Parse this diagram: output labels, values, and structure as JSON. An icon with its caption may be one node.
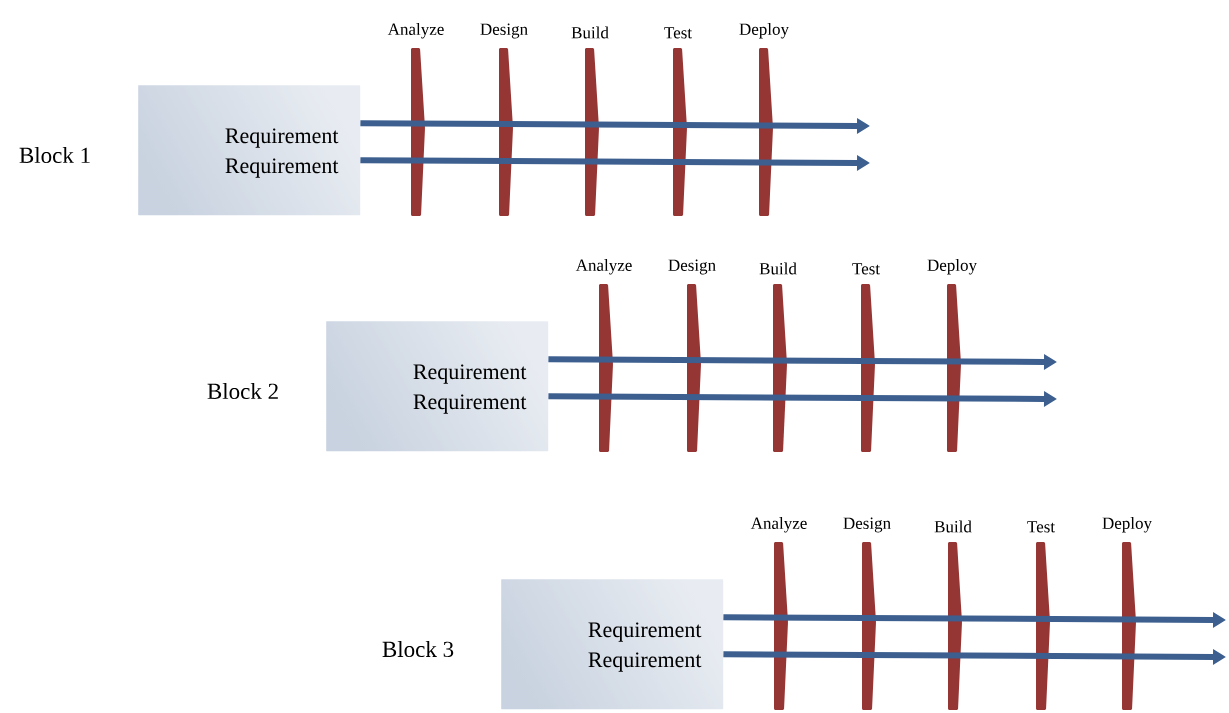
{
  "diagram": {
    "nodes": [
      {
        "text": [
          "Analyze"
        ]
      },
      {
        "text": [
          "Design"
        ]
      },
      {
        "text": [
          "Build"
        ]
      },
      {
        "text": [
          "Test"
        ]
      },
      {
        "text": [
          "Deploy"
        ]
      },
      {
        "text": [
          "Requirement",
          "Requirement"
        ]
      },
      {
        "text": [
          "Analyze"
        ]
      },
      {
        "text": [
          "Design"
        ]
      },
      {
        "text": [
          "Build"
        ]
      },
      {
        "text": [
          "Test"
        ]
      },
      {
        "text": [
          "Deploy"
        ]
      },
      {
        "text": [
          "Requirement",
          "Requirement"
        ]
      },
      {
        "text": [
          "Analyze"
        ]
      },
      {
        "text": [
          "Design"
        ]
      },
      {
        "text": [
          "Build"
        ]
      },
      {
        "text": [
          "Test"
        ]
      },
      {
        "text": [
          "Deploy"
        ]
      },
      {
        "text": [
          "Requirement",
          "Requirement"
        ]
      }
    ],
    "edges": [
      {
        "from": 5,
        "to": null,
        "arrow": "to"
      },
      {
        "from": 5,
        "to": null,
        "arrow": "to"
      },
      {
        "from": 11,
        "to": null,
        "arrow": "to"
      },
      {
        "from": 11,
        "to": null,
        "arrow": "to"
      },
      {
        "from": 17,
        "to": null,
        "arrow": "to"
      },
      {
        "from": 17,
        "to": null,
        "arrow": "to"
      }
    ],
    "labels": [
      "Block 1",
      "Block 2",
      "Block 3"
    ]
  }
}
